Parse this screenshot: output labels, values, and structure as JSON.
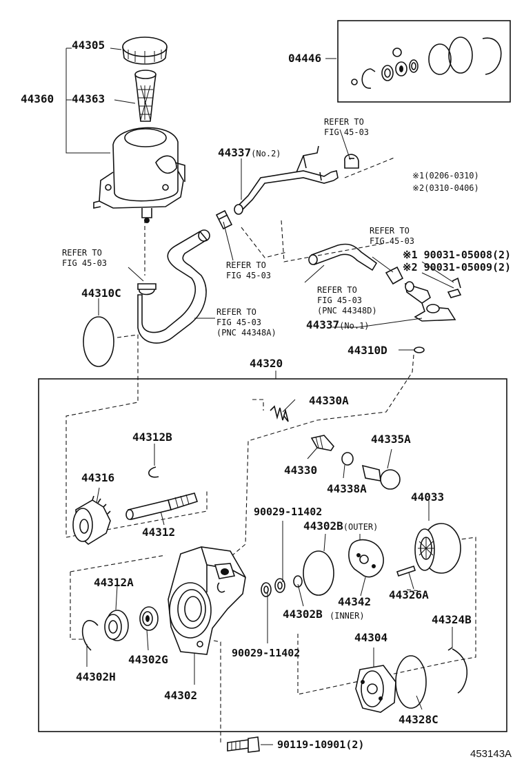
{
  "parts": {
    "p44305": "44305",
    "p44360": "44360",
    "p44363": "44363",
    "p04446": "04446",
    "p44337_no2": "44337",
    "no2": "(No.2)",
    "p44310C": "44310C",
    "p44310D": "44310D",
    "p44337_no1": "44337",
    "no1": "(No.1)",
    "p44320": "44320",
    "p44330A": "44330A",
    "p44312B": "44312B",
    "p44335A": "44335A",
    "p44316": "44316",
    "p44330": "44330",
    "p44338A": "44338A",
    "p44033": "44033",
    "p44312": "44312",
    "p90029_top": "90029-11402",
    "p44302B_outer": "44302B",
    "outer": "(OUTER)",
    "p44312A": "44312A",
    "p44342": "44342",
    "p44326A": "44326A",
    "p44302B_inner": "44302B",
    "inner": "(INNER)",
    "p44324B": "44324B",
    "p44304": "44304",
    "p44302G": "44302G",
    "p90029_bot": "90029-11402",
    "p44302H": "44302H",
    "p44302": "44302",
    "p44328C": "44328C",
    "p90119": "90119-10901(2)",
    "p90031_1": "※1 90031-05008(2)",
    "p90031_2": "※2 90031-05009(2)"
  },
  "notes": {
    "ref_top": "REFER TO\nFIG 45-03",
    "ref_left": "REFER TO\nFIG 45-03",
    "ref_mid": "REFER TO\nFIG 45-03",
    "ref_right": "REFER TO\nFIG 45-03",
    "ref_mid2": "REFER TO\nFIG 45-03\n(PNC 44348D)",
    "ref_low": "REFER TO\nFIG 45-03\n(PNC 44348A)",
    "date1": "※1(0206-0310)",
    "date2": "※2(0310-0406)"
  },
  "catalog_number": "453143A"
}
